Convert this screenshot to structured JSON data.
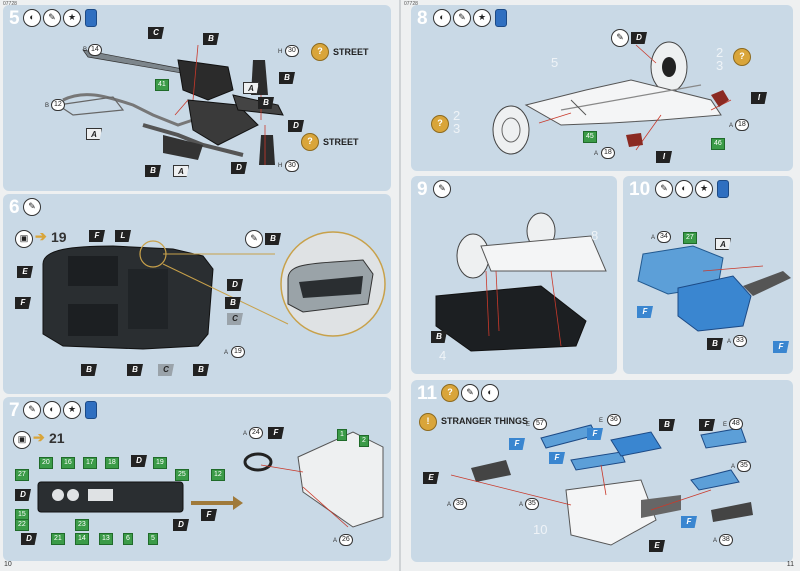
{
  "header": {
    "left_code": "07728",
    "right_code": "07728"
  },
  "pages": {
    "left_number": "10",
    "right_number": "11"
  },
  "steps": {
    "s5": {
      "number": "5",
      "street_top": "STREET",
      "street_bottom": "STREET",
      "parts": {
        "p14": "14",
        "p12": "12",
        "p30a": "30",
        "p30b": "30",
        "p41": "41"
      }
    },
    "s6": {
      "number": "6",
      "qty": "19",
      "part19": "19"
    },
    "s7": {
      "number": "7",
      "qty": "21",
      "p24": "24",
      "p26": "26",
      "greens": [
        "20",
        "16",
        "17",
        "18",
        "27",
        "19",
        "25",
        "23",
        "15",
        "22",
        "21",
        "14",
        "13",
        "6",
        "5",
        "12",
        "2",
        "1"
      ]
    },
    "s8": {
      "number": "8",
      "ghost_5": "5",
      "ghost_2a": "2",
      "ghost_3a": "3",
      "ghost_2b": "2",
      "ghost_3b": "3",
      "p18a": "18",
      "p18b": "18",
      "p45": "45",
      "p46": "46"
    },
    "s9": {
      "number": "9",
      "ghost_4": "4",
      "ghost_8": "8"
    },
    "s10": {
      "number": "10",
      "p34": "34",
      "p27": "27",
      "p33": "33"
    },
    "s11": {
      "number": "11",
      "stranger": "STRANGER THINGS",
      "p57": "57",
      "p36": "36",
      "p48": "48",
      "p35a": "35",
      "p35b": "35",
      "p39": "39",
      "p38": "38",
      "ghost_10": "10"
    }
  },
  "letters": {
    "A": "A",
    "B": "B",
    "C": "C",
    "D": "D",
    "E": "E",
    "F": "F",
    "H": "H",
    "I": "I",
    "L": "L"
  },
  "icons": {
    "question": "?",
    "warning": "!"
  },
  "colors": {
    "panel": "#c9d9e6",
    "accent_gold": "#d9a53a",
    "green_label": "#3b9b48",
    "blue_part": "#3a86d0",
    "arrow": "#c9392b"
  }
}
